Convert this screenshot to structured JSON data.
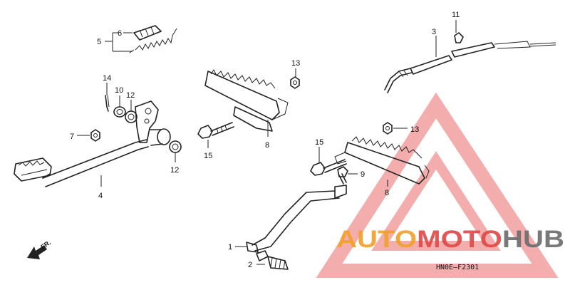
{
  "diagram": {
    "part_numbers": [
      "1",
      "2",
      "3",
      "4",
      "5",
      "6",
      "7",
      "8",
      "8",
      "9",
      "10",
      "11",
      "12",
      "12",
      "13",
      "13",
      "14",
      "15",
      "15"
    ],
    "direction_label": "FR.",
    "drawing_code": "HN0E—F2301"
  },
  "watermark": {
    "part1": "AUTO",
    "part2": "MOTO",
    "part3": "HUB",
    "colors": {
      "orange": "#f2a12e",
      "red": "#e04a48",
      "gray": "#6e6e6e",
      "pink": "#f2a5a4"
    }
  }
}
